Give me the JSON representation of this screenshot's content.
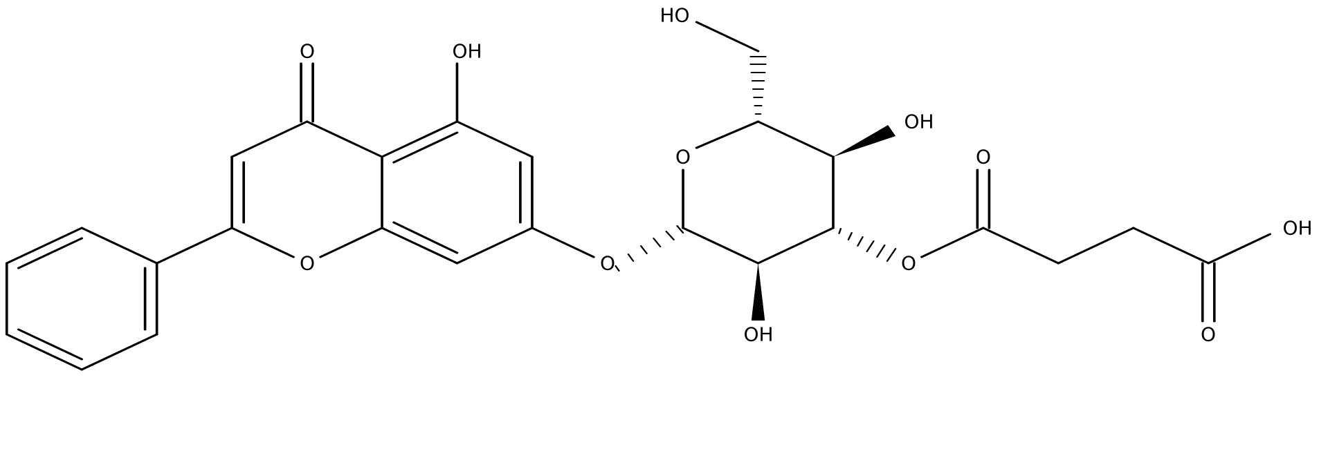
{
  "colors": {
    "background": "#ffffff",
    "line": "#000000"
  },
  "labels": {
    "o_carbonyl": "O",
    "oh_5": "OH",
    "o_ring_chromone": "O",
    "o_glycoside": "O",
    "o_ring_sugar": "O",
    "ho_ch2": "HO",
    "oh_c4": "OH",
    "oh_c2": "OH",
    "o_ester": "O",
    "o_ester_carbonyl": "O",
    "oh_acid": "OH",
    "o_acid_carbonyl": "O"
  }
}
